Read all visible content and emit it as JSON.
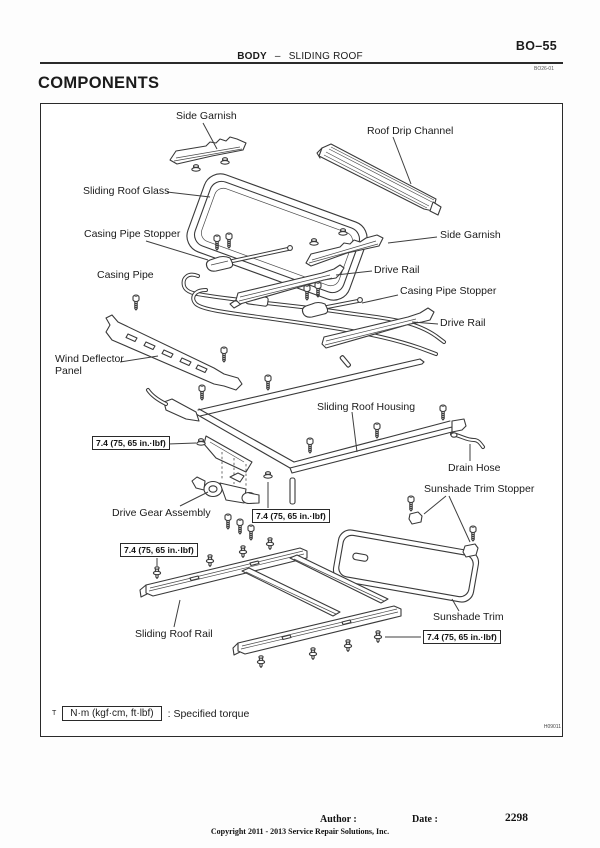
{
  "page": {
    "code": "BO–55",
    "section": "BODY",
    "section_separator": "–",
    "subsection": "SLIDING ROOF",
    "revision_code": "BO26-01",
    "title": "COMPONENTS",
    "figure_code": "H09011"
  },
  "diagram": {
    "labels": [
      {
        "id": "side-garnish-top",
        "text": "Side Garnish"
      },
      {
        "id": "roof-drip-channel",
        "text": "Roof Drip Channel"
      },
      {
        "id": "sliding-roof-glass",
        "text": "Sliding Roof Glass"
      },
      {
        "id": "casing-pipe-stopper-1",
        "text": "Casing Pipe Stopper"
      },
      {
        "id": "side-garnish-right",
        "text": "Side Garnish"
      },
      {
        "id": "casing-pipe",
        "text": "Casing Pipe"
      },
      {
        "id": "drive-rail-1",
        "text": "Drive Rail"
      },
      {
        "id": "casing-pipe-stopper-2",
        "text": "Casing Pipe Stopper"
      },
      {
        "id": "drive-rail-2",
        "text": "Drive Rail"
      },
      {
        "id": "wind-deflector-panel",
        "text": "Wind Deflector Panel"
      },
      {
        "id": "sliding-roof-housing",
        "text": "Sliding Roof Housing"
      },
      {
        "id": "drain-hose",
        "text": "Drain Hose"
      },
      {
        "id": "drive-gear-assembly",
        "text": "Drive Gear Assembly"
      },
      {
        "id": "sunshade-trim-stopper",
        "text": "Sunshade Trim Stopper"
      },
      {
        "id": "sunshade-trim",
        "text": "Sunshade Trim"
      },
      {
        "id": "sliding-roof-rail",
        "text": "Sliding Roof Rail"
      }
    ],
    "torque_label": "7.4 (75, 65 in.·lbf)",
    "legend": {
      "symbol": "T",
      "unit_box": "N·m (kgf·cm, ft·lbf)",
      "description": ": Specified torque"
    }
  },
  "footer": {
    "author_label": "Author :",
    "date_label": "Date :",
    "page_number": "2298",
    "copyright": "Copyright 2011 - 2013 Service Repair Solutions, Inc."
  }
}
